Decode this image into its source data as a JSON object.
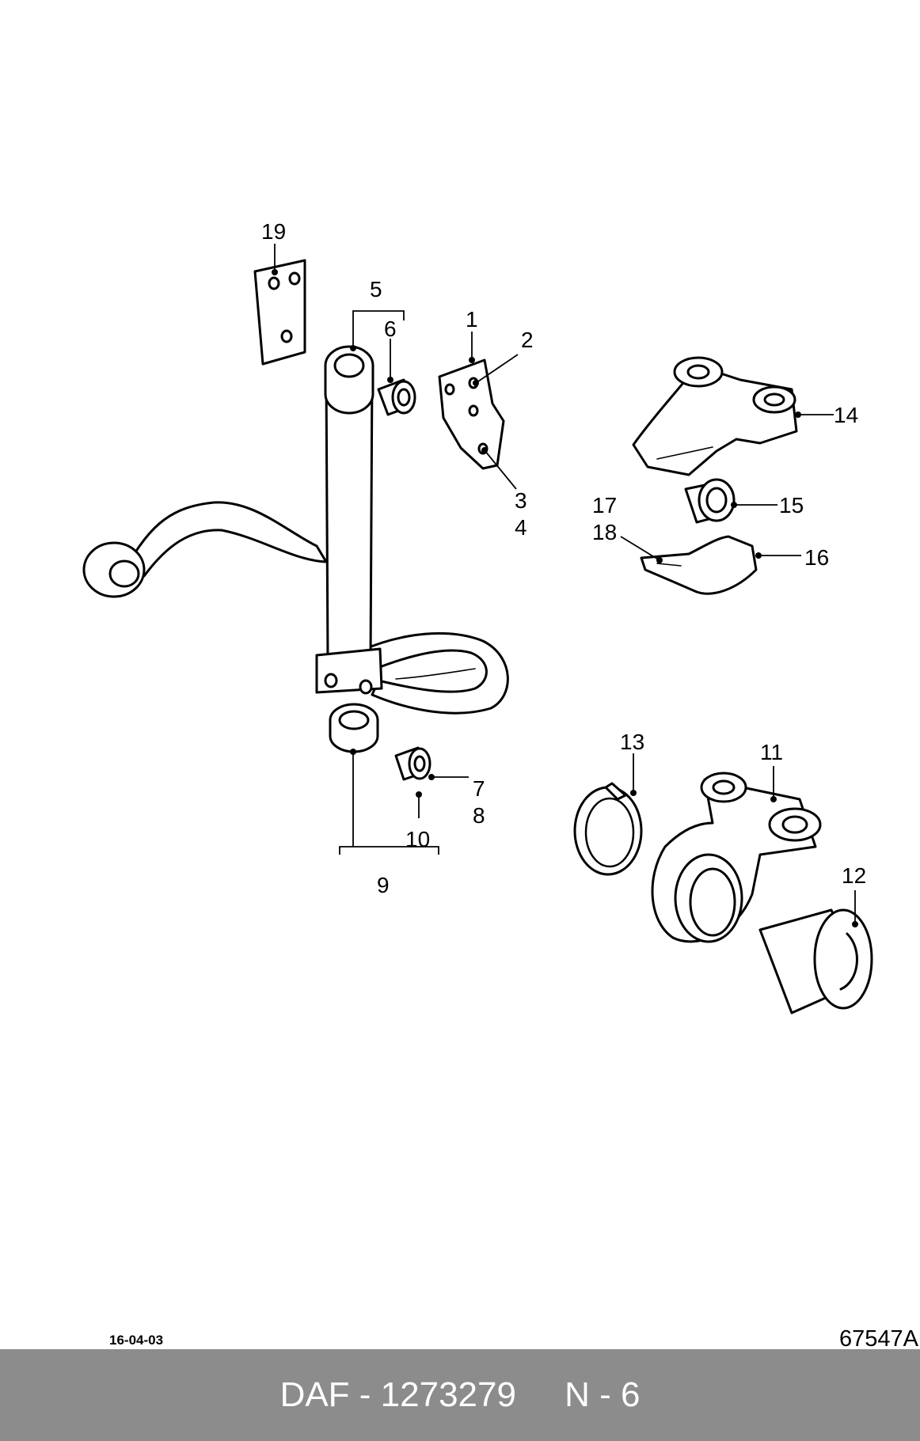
{
  "diagram": {
    "callouts": [
      {
        "id": "c1",
        "text": "1"
      },
      {
        "id": "c2",
        "text": "2"
      },
      {
        "id": "c3",
        "text": "3"
      },
      {
        "id": "c4",
        "text": "4"
      },
      {
        "id": "c5",
        "text": "5"
      },
      {
        "id": "c6",
        "text": "6"
      },
      {
        "id": "c7",
        "text": "7"
      },
      {
        "id": "c8",
        "text": "8"
      },
      {
        "id": "c9",
        "text": "9"
      },
      {
        "id": "c10",
        "text": "10"
      },
      {
        "id": "c11",
        "text": "11"
      },
      {
        "id": "c12",
        "text": "12"
      },
      {
        "id": "c13",
        "text": "13"
      },
      {
        "id": "c14",
        "text": "14"
      },
      {
        "id": "c15",
        "text": "15"
      },
      {
        "id": "c16",
        "text": "16"
      },
      {
        "id": "c17",
        "text": "17"
      },
      {
        "id": "c18",
        "text": "18"
      },
      {
        "id": "c19",
        "text": "19"
      }
    ],
    "date_code": "16-04-03",
    "drawing_number": "67547A"
  },
  "footer": {
    "title": "DAF - 1273279     N - 6",
    "background_color": "#8c8c8c",
    "text_color": "#ffffff"
  }
}
